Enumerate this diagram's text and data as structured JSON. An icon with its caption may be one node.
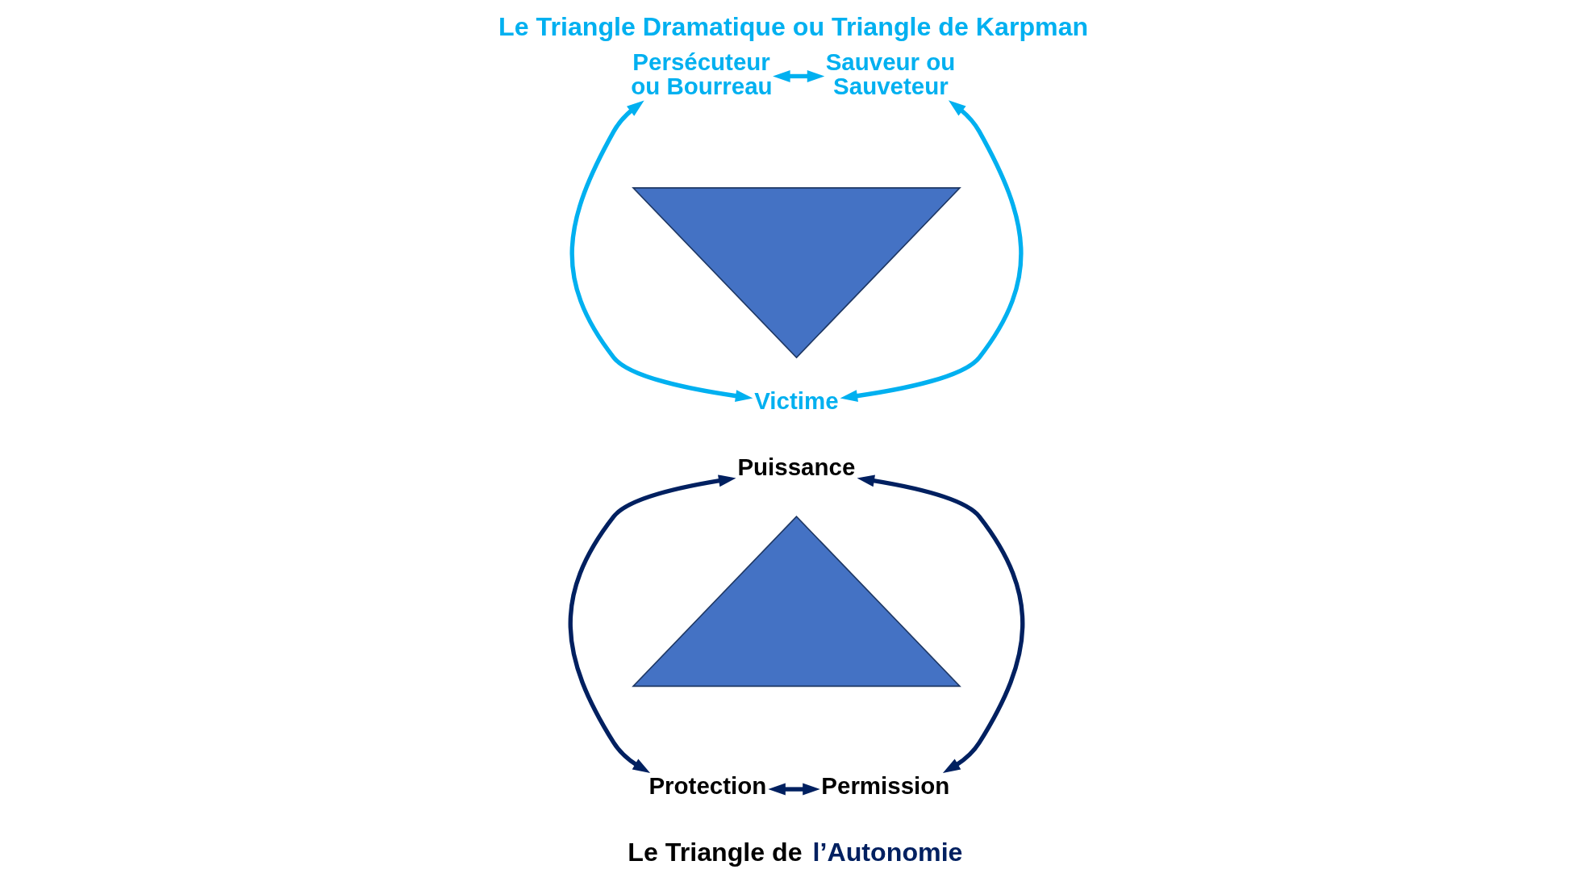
{
  "diagram": {
    "title": "Le Triangle Dramatique ou Triangle de Karpman",
    "caption": "Le Triangle de l’Autonomie",
    "nodes": [
      {
        "text": [
          "Persécuteur ou Bourreau"
        ]
      },
      {
        "text": [
          "Sauveur ou Sauveteur"
        ]
      },
      {
        "text": [],
        "shape": "triangle"
      },
      {
        "text": [
          "Victime"
        ]
      },
      {
        "text": [
          "Puissance"
        ]
      },
      {
        "text": [],
        "shape": "triangle"
      },
      {
        "text": [
          "Protection"
        ]
      },
      {
        "text": [
          "Permission"
        ]
      }
    ],
    "edges": [
      {
        "from": 0,
        "to": 1,
        "arrow": "both",
        "color": "#00b0f0"
      },
      {
        "from": 0,
        "to": 3,
        "arrow": "both",
        "color": "#00b0f0"
      },
      {
        "from": 1,
        "to": 3,
        "arrow": "both",
        "color": "#00b0f0"
      },
      {
        "from": 4,
        "to": 6,
        "arrow": "both",
        "color": "#002060"
      },
      {
        "from": 4,
        "to": 7,
        "arrow": "both",
        "color": "#002060"
      },
      {
        "from": 6,
        "to": 7,
        "arrow": "both",
        "color": "#002060"
      }
    ]
  }
}
